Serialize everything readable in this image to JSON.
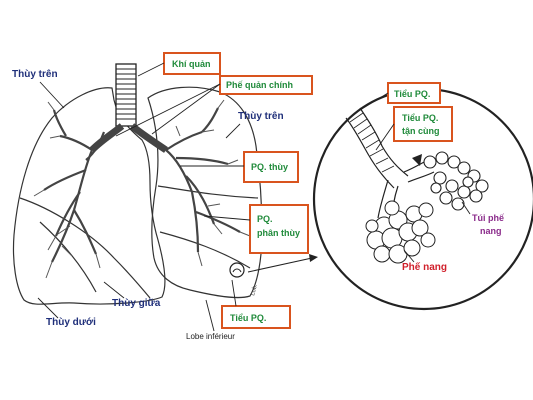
{
  "labels": {
    "thuy_tren_left": "Thùy trên",
    "thuy_tren_right": "Thùy trên",
    "thuy_giua": "Thùy giữa",
    "thuy_duoi": "Thùy dưới",
    "lobe_inferieur": "Lobe inférieur",
    "khi_quan": "Khí quản",
    "phe_quan_chinh": "Phế quản chính",
    "pq_thuy": "PQ. thùy",
    "pq_phan_thuy_line1": "PQ.",
    "pq_phan_thuy_line2": "phân thùy",
    "tieu_pq": "Tiểu PQ.",
    "zoom_tieu_pq": "Tiểu PQ.",
    "zoom_tieu_pq_tan_cung_line1": "Tiểu PQ.",
    "zoom_tieu_pq_tan_cung_line2": "tận cùng",
    "tui_phe_nang_line1": "Túi phế",
    "tui_phe_nang_line2": "nang",
    "phe_nang": "Phế nang"
  },
  "colors": {
    "lobe_text": "#1f2f7a",
    "callout_text": "#1f8a3a",
    "box_border": "#d9541e",
    "tui_text": "#8a2a8a",
    "phe_nang_text": "#d01f2a",
    "line": "#222222"
  }
}
